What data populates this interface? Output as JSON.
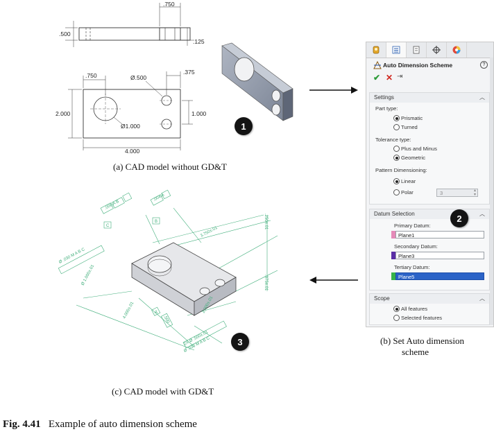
{
  "figure": {
    "number": "Fig. 4.41",
    "title": "Example of auto dimension scheme"
  },
  "subfigures": {
    "a": {
      "caption": "(a) CAD model without GD&T",
      "badge": "1"
    },
    "b": {
      "caption_line1": "(b) Set Auto dimension",
      "caption_line2": "scheme",
      "badge": "2"
    },
    "c": {
      "caption": "(c) CAD model with GD&T",
      "badge": "3"
    }
  },
  "drawing_a": {
    "top_view": {
      "dim_width": ".750",
      "dim_height": ".500",
      "dim_depth": ".125"
    },
    "front_view": {
      "dim_left": ".750",
      "dim_hole_small": "Ø.500",
      "dim_right": ".375",
      "dim_height": "2.000",
      "dim_spacing": "1.000",
      "dim_hole_large": "Ø1.000",
      "dim_length": "4.000"
    }
  },
  "drawing_c": {
    "labels": {
      "fcf1": ".006 A B",
      "fcf2": ".004 A",
      "datum_c": "C",
      "datum_b": "B",
      "datum_a": "A",
      "dim_length": "4.000±.01",
      "dim_width": "2.000±.01",
      "dim_top": "3.750±.01",
      "dim_bigbore": "Ø 1.000±.01",
      "fcf_bigbore": "Ø .030 M A B C",
      "dim_holes": "2X Ø .500±.01",
      "fcf_holes": "Ø .030 M A B C",
      "dim_side1": ".250±.01",
      "dim_side2": ".375±.01",
      "dim_depth": ".500"
    }
  },
  "panel": {
    "title": "Auto Dimension Scheme",
    "help": "?",
    "tabs": [
      "feature-manager-icon",
      "property-manager-icon",
      "configuration-icon",
      "dimxpert-icon",
      "appearance-icon"
    ],
    "settings": {
      "header": "Settings",
      "part_type_label": "Part type:",
      "part_type_options": [
        "Prismatic",
        "Turned"
      ],
      "part_type_selected": "Prismatic",
      "tolerance_label": "Tolerance type:",
      "tolerance_options": [
        "Plus and Minus",
        "Geometric"
      ],
      "tolerance_selected": "Geometric",
      "pattern_label": "Pattern Dimensioning:",
      "pattern_options": [
        "Linear",
        "Polar"
      ],
      "pattern_selected": "Linear",
      "polar_count": "3"
    },
    "datum_selection": {
      "header": "Datum Selection",
      "primary_label": "Primary Datum:",
      "primary_value": "Plane1",
      "primary_color": "#e58ab8",
      "secondary_label": "Secondary Datum:",
      "secondary_value": "Plane3",
      "secondary_color": "#5a2ea6",
      "tertiary_label": "Tertiary Datum:",
      "tertiary_value": "Plane5",
      "tertiary_color": "#37b34a"
    },
    "scope": {
      "header": "Scope",
      "options": [
        "All features",
        "Selected features"
      ],
      "selected": "All features"
    }
  },
  "colors": {
    "gdt_green": "#3fae7a",
    "dim_line": "#333333",
    "part_gray": "#8c95a6"
  }
}
